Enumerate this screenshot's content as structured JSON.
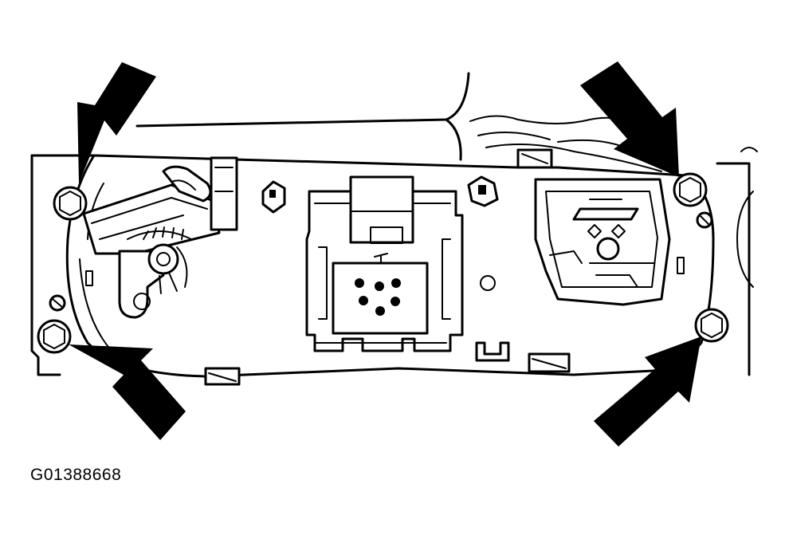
{
  "figure": {
    "figure_id": "G01388668",
    "colors": {
      "line": "#000000",
      "background": "#ffffff"
    },
    "fastener_count": 4,
    "arrow_count": 4
  }
}
